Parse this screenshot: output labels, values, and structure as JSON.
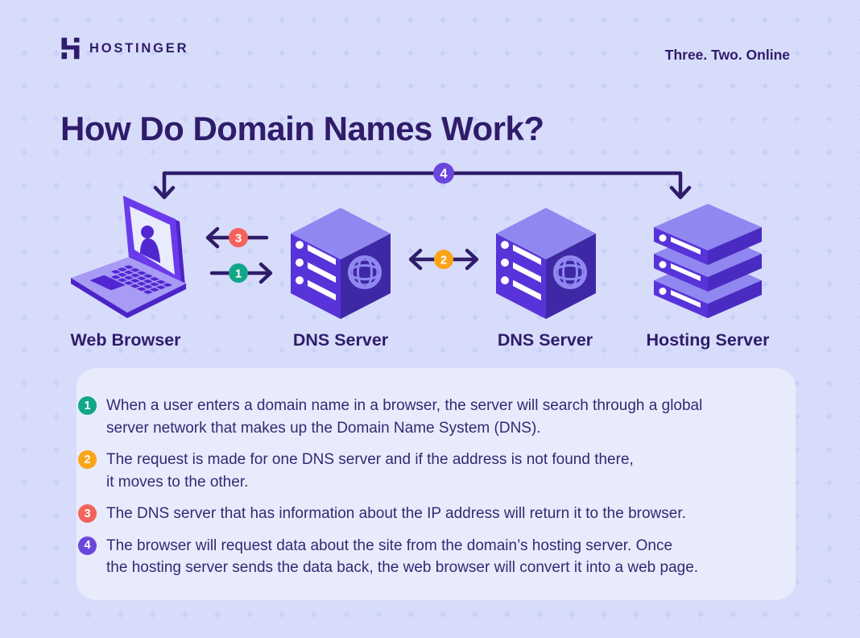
{
  "header": {
    "brand": "HOSTINGER",
    "logo_icon": "hostinger-h-logo",
    "tagline": "Three. Two. Online"
  },
  "title": "How Do Domain Names Work?",
  "diagram": {
    "nodes": [
      {
        "label": "Web Browser",
        "icon": "laptop-user-icon"
      },
      {
        "label": "DNS Server",
        "icon": "server-globe-icon"
      },
      {
        "label": "DNS Server",
        "icon": "server-globe-icon"
      },
      {
        "label": "Hosting Server",
        "icon": "server-stack-icon"
      }
    ],
    "arrows": [
      {
        "number": "1",
        "from": "Web Browser",
        "to": "DNS Server",
        "direction": "right",
        "color": "#12A689"
      },
      {
        "number": "2",
        "from": "DNS Server",
        "to": "DNS Server",
        "direction": "both",
        "color": "#FBA417"
      },
      {
        "number": "3",
        "from": "DNS Server",
        "to": "Web Browser",
        "direction": "left",
        "color": "#F4635B"
      },
      {
        "number": "4",
        "from": "Web Browser",
        "to": "Hosting Server",
        "direction": "both",
        "color": "#6B46DC"
      }
    ]
  },
  "steps": [
    {
      "number": "1",
      "color": "#12A689",
      "text": "When a user enters a domain name in a browser, the server will search through a global\nserver network that makes up the Domain Name System (DNS)."
    },
    {
      "number": "2",
      "color": "#FBA417",
      "text": "The request is made for one DNS server and if the address is not found there,\nit moves to the other."
    },
    {
      "number": "3",
      "color": "#F4635B",
      "text": "The DNS server that has information about the IP address will return it to the browser."
    },
    {
      "number": "4",
      "color": "#6B46DC",
      "text": "The browser will request data about the site from the domain’s hosting server. Once\nthe hosting server sends the data back, the web browser will convert it into a web page."
    }
  ],
  "colors": {
    "background": "#D7DCFB",
    "panel": "#E8EBFC",
    "ink": "#2F1C6A",
    "body_text": "#362873",
    "illustration_purple_dark": "#3E28A5",
    "illustration_purple": "#5833DA",
    "illustration_purple_light": "#9087F0"
  }
}
